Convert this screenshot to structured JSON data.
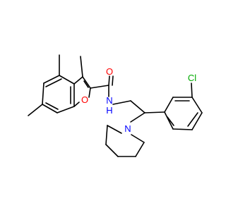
{
  "molecule": {
    "atom_labels": {
      "oxygen_carbonyl": "O",
      "oxygen_furan": "O",
      "nitrogen_amide": "N",
      "hydrogen_amide": "H",
      "nitrogen_piperidine": "N",
      "chlorine": "Cl"
    },
    "colors": {
      "bond": "#000000",
      "oxygen": "#ff0000",
      "nitrogen": "#0000ff",
      "chlorine": "#00aa00",
      "background": "#ffffff"
    }
  }
}
